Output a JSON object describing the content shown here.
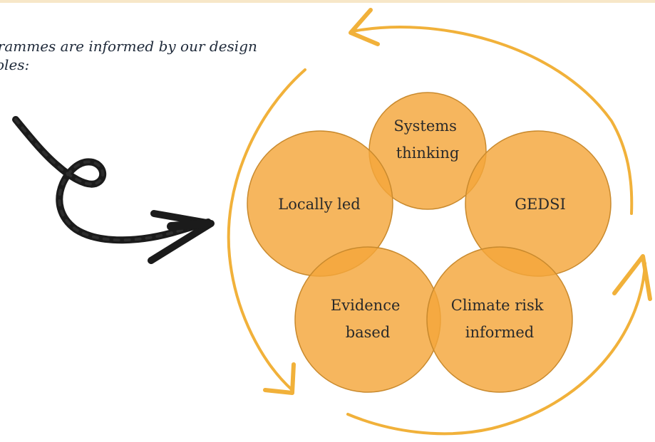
{
  "intro": {
    "line1": "grammes are informed by our design",
    "line2": "oles:"
  },
  "principles": [
    {
      "lines": [
        "Systems",
        "thinking"
      ]
    },
    {
      "lines": [
        "Locally led"
      ]
    },
    {
      "lines": [
        "GEDSI"
      ]
    },
    {
      "lines": [
        "Evidence",
        "based"
      ]
    },
    {
      "lines": [
        "Climate risk",
        "informed"
      ]
    }
  ],
  "colors": {
    "circle_fill": "#f4a63a",
    "circle_stroke": "#c98a2e",
    "cycle_arrow": "#f1b13a",
    "squiggle_arrow": "#1b1b1b",
    "intro_text": "#1f2a3a",
    "top_rule": "#f7e7c8"
  }
}
